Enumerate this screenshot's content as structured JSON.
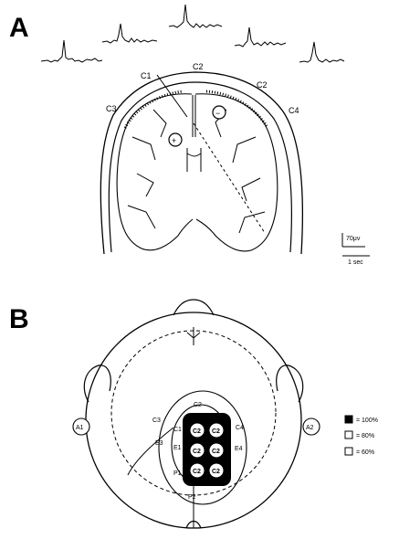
{
  "panel_a": {
    "letter": "A",
    "electrodes": [
      "C1",
      "C2",
      "C2",
      "C3",
      "C4"
    ],
    "polarity_plus": "+",
    "polarity_minus": "−",
    "scale_amplitude": "70μv",
    "scale_time": "1 sec"
  },
  "panel_b": {
    "letter": "B",
    "left_ear": "A1",
    "right_ear": "A2",
    "labels": [
      "C3",
      "C1",
      "C2",
      "C4",
      "E3",
      "E1",
      "E4",
      "P1",
      "P2"
    ],
    "grid_labels": [
      "C2",
      "C2",
      "C2",
      "C2",
      "C2",
      "C2"
    ],
    "legend": [
      {
        "label": "= 100%",
        "fill": "#000000"
      },
      {
        "label": "= 80%",
        "fill": "#ffffff"
      },
      {
        "label": "= 60%",
        "fill": "#ffffff"
      }
    ]
  }
}
